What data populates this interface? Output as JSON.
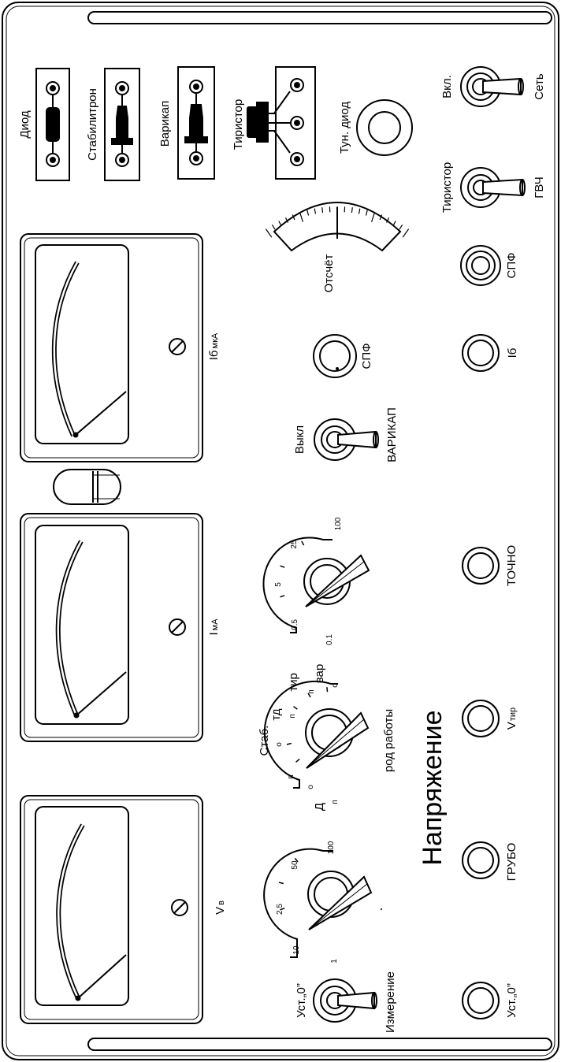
{
  "colors": {
    "ink": "#000000",
    "paper": "#ffffff"
  },
  "components": {
    "diode": "Диод",
    "stabilitron": "Стабилитрон",
    "varicap": "Варикап",
    "thyristor": "Тиристор",
    "tunnel_diode": "Тун. диод"
  },
  "switches": {
    "power_on": "Вкл.",
    "power_net": "Сеть",
    "thyr": "Тиристор",
    "gvch": "ГВЧ",
    "spf_right": "СПФ",
    "ib": "Iб",
    "spf_center": "СПФ",
    "off": "Выкл",
    "varicap": "ВАРИКАП",
    "reading": "Отсчёт"
  },
  "meters": {
    "ib_main": "Iб",
    "ib_unit": "мкА",
    "i_main": "I",
    "i_unit": "мА",
    "v_main": "V",
    "v_unit": "в"
  },
  "current_range": {
    "ticks": [
      "0.1",
      "0.5",
      "5",
      "25",
      "100"
    ]
  },
  "mode_switch": {
    "title": "род работы",
    "stab": "Стаб.",
    "td": "тд",
    "tir": "тир",
    "var": "вар",
    "d": "Д",
    "p_marks": [
      "п",
      "п",
      "п",
      "п"
    ],
    "o_marks": [
      "о",
      "о",
      "о"
    ]
  },
  "voltage_range": {
    "ticks": [
      "1",
      "10",
      "2.5",
      "50",
      "100"
    ]
  },
  "bottom": {
    "zero_toggle": "Уст.„0”",
    "measure": "Измерение",
    "zero_knob": "Уст.„0”",
    "coarse": "ГРУБО",
    "vtir_main": "V",
    "vtir_sub": "тир",
    "fine": "ТОЧНО",
    "voltage_title": "Напряжение"
  }
}
